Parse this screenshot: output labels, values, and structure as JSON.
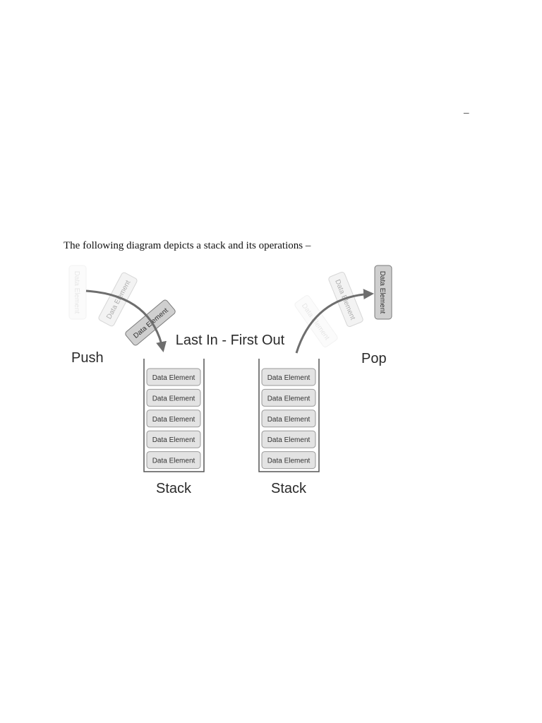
{
  "page": {
    "top_mark": "–",
    "intro_text": "The following diagram depicts a stack and its operations –"
  },
  "diagram": {
    "heading": "Last In - First Out",
    "push_label": "Push",
    "pop_label": "Pop",
    "left_stack_label": "Stack",
    "right_stack_label": "Stack",
    "element_label": "Data Element",
    "left_stack_items": [
      "Data Element",
      "Data Element",
      "Data Element",
      "Data Element",
      "Data Element"
    ],
    "right_stack_items": [
      "Data Element",
      "Data Element",
      "Data Element",
      "Data Element",
      "Data Element"
    ],
    "push_trail": [
      "Data Element",
      "Data Element",
      "Data Element"
    ],
    "pop_trail": [
      "Data Element",
      "Data Element",
      "Data Element"
    ],
    "colors": {
      "cell_fill": "#e3e3e3",
      "cell_stroke": "#9a9a9a",
      "arrow": "#6e6e6e",
      "container": "#555555"
    }
  }
}
